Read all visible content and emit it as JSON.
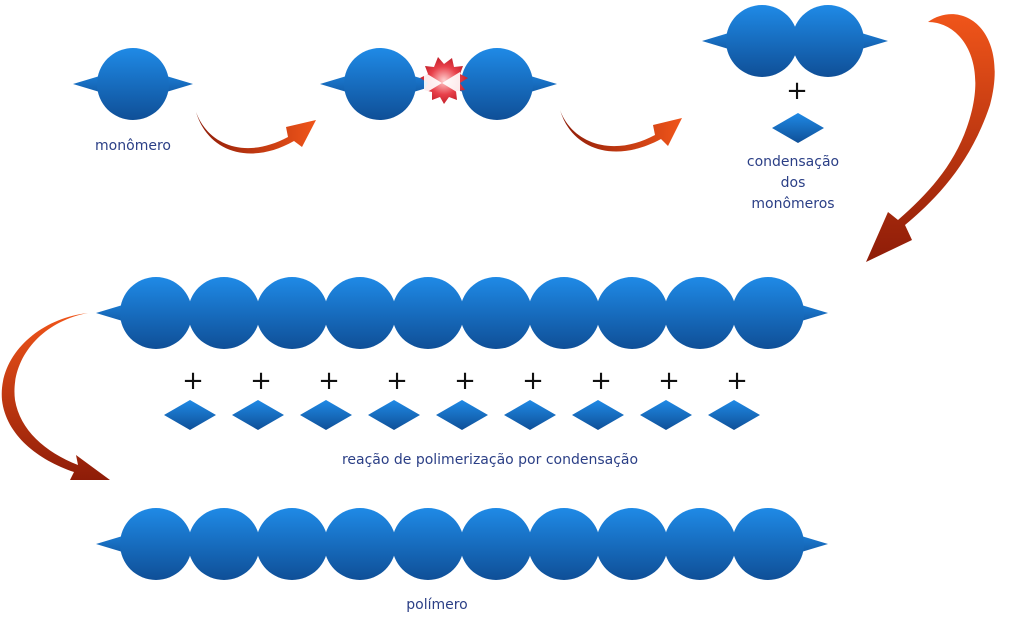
{
  "labels": {
    "monomer": "monômero",
    "condensation_line1": "condensação",
    "condensation_line2": "dos",
    "condensation_line3": "monômeros",
    "reaction": "reação de polimerização por condensação",
    "polymer": "polímero"
  },
  "symbols": {
    "plus": "+"
  },
  "chain": {
    "bead_count": 10,
    "byproduct_count": 9
  },
  "colors": {
    "bead_top": "#1f8ae6",
    "bead_bottom": "#0f4f97",
    "arrow_dark": "#8e1c08",
    "arrow_light": "#f0551a",
    "burst": "#e8404a",
    "label": "#2b3f86"
  },
  "icons": {
    "arrow": "curved-arrow-icon",
    "burst": "reaction-burst-icon",
    "byproduct": "diamond-molecule-icon"
  }
}
